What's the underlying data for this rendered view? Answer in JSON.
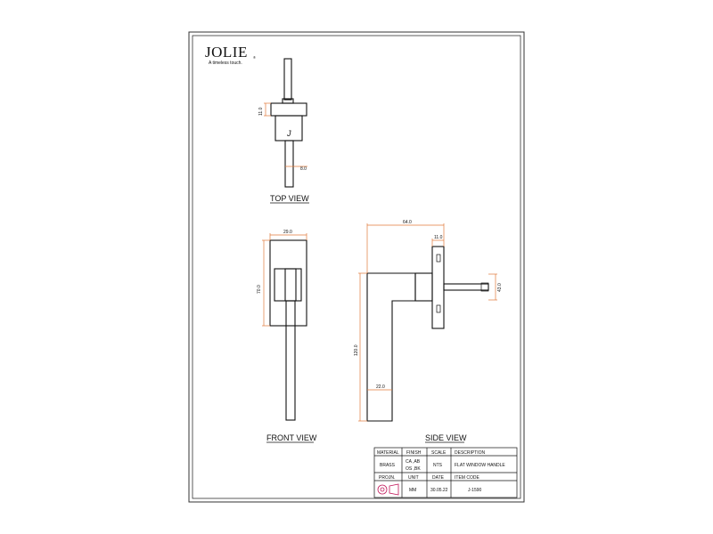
{
  "brand": {
    "name": "JOLIE",
    "mark": "®",
    "tagline": "A timeless touch."
  },
  "views": {
    "top": "TOP VIEW",
    "front": "FRONT VIEW",
    "side": "SIDE VIEW"
  },
  "dims": {
    "top_height": "11.0",
    "top_width": "8.0",
    "front_width": "29.0",
    "front_height": "70.0",
    "side_depth": "64.0",
    "side_plate": "11.0",
    "side_spindle": "43.0",
    "side_height": "120.0",
    "side_lever": "22.0"
  },
  "logo_letter": "J",
  "title_block": {
    "headers": [
      "MATERIAL",
      "FINISH",
      "SCALE",
      "DESCRIPTION"
    ],
    "material": "BRASS",
    "finish_1": "CA ,AB",
    "finish_2": "OS ,BK",
    "scale": "NTS",
    "description": "FLAT WINDOW HANDLE",
    "headers2": [
      "PROJN.",
      "UNIT",
      "DATE",
      "ITEM CODE"
    ],
    "unit": "MM",
    "date": "30.05.22",
    "item_code": "J-1590"
  }
}
